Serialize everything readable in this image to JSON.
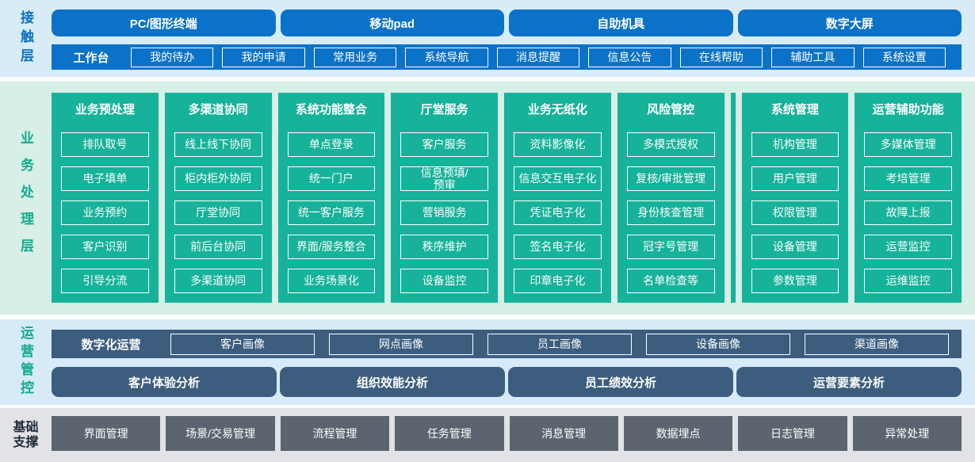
{
  "layers": {
    "contact": {
      "label": "接触层",
      "terminals": [
        "PC/图形终端",
        "移动pad",
        "自助机具",
        "数字大屏"
      ],
      "workbench": {
        "label": "工作台",
        "items": [
          "我的待办",
          "我的申请",
          "常用业务",
          "系统导航",
          "消息提醒",
          "信息公告",
          "在线帮助",
          "辅助工具",
          "系统设置"
        ]
      }
    },
    "business": {
      "label": "业务处理层",
      "columns": [
        {
          "title": "业务预处理",
          "items": [
            "排队取号",
            "电子填单",
            "业务预约",
            "客户识别",
            "引导分流"
          ]
        },
        {
          "title": "多渠道协同",
          "items": [
            "线上线下协同",
            "柜内柜外协同",
            "厅堂协同",
            "前后台协同",
            "多渠道协同"
          ]
        },
        {
          "title": "系统功能整合",
          "items": [
            "单点登录",
            "统一门户",
            "统一客户服务",
            "界面/服务整合",
            "业务场景化"
          ]
        },
        {
          "title": "厅堂服务",
          "items": [
            "客户服务",
            "信息预填/\n预审",
            "营销服务",
            "秩序维护",
            "设备监控"
          ]
        },
        {
          "title": "业务无纸化",
          "items": [
            "资料影像化",
            "信息交互电子化",
            "凭证电子化",
            "签名电子化",
            "印章电子化"
          ]
        },
        {
          "title": "风险管控",
          "items": [
            "多模式授权",
            "复核/审批管理",
            "身份核查管理",
            "冠字号管理",
            "名单检查等"
          ]
        },
        {
          "title": "系统管理",
          "items": [
            "机构管理",
            "用户管理",
            "权限管理",
            "设备管理",
            "参数管理"
          ]
        },
        {
          "title": "运营辅助功能",
          "items": [
            "多媒体管理",
            "考培管理",
            "故障上报",
            "运营监控",
            "运维监控"
          ]
        }
      ]
    },
    "operations": {
      "label": "运营管控",
      "digital": {
        "label": "数字化运营",
        "items": [
          "客户画像",
          "网点画像",
          "员工画像",
          "设备画像",
          "渠道画像"
        ]
      },
      "analysis": [
        "客户体验分析",
        "组织效能分析",
        "员工绩效分析",
        "运营要素分析"
      ]
    },
    "foundation": {
      "label": "基础支撑",
      "items": [
        "界面管理",
        "场景/交易管理",
        "流程管理",
        "任务管理",
        "消息管理",
        "数据埋点",
        "日志管理",
        "异常处理"
      ]
    }
  },
  "colors": {
    "primary_blue": "#0a72c8",
    "teal_green": "#16b29a",
    "slate_blue": "#3c5d7e",
    "gray": "#5c656f",
    "band_blue": "#d8ecf8",
    "band_green": "#d7efe6",
    "band_gray": "#e2e3e6"
  }
}
